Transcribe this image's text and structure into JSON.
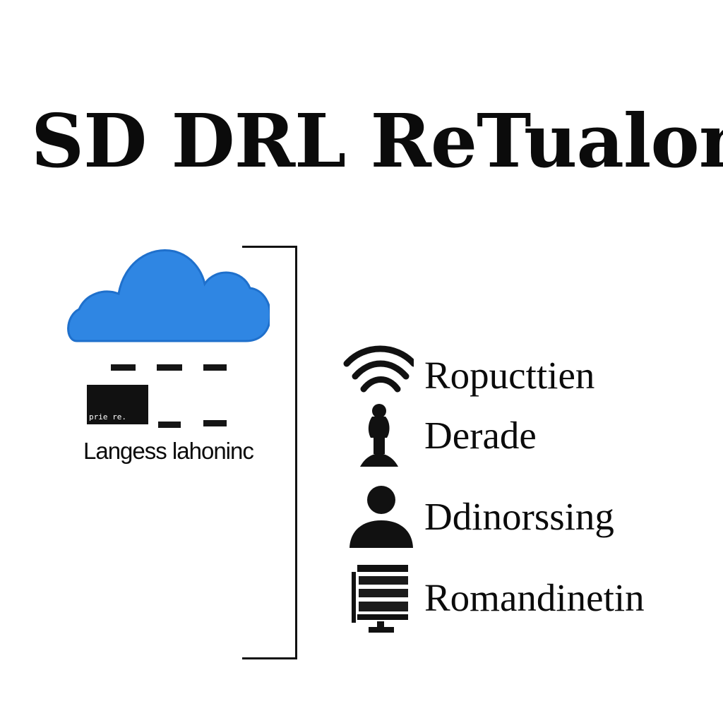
{
  "diagram": {
    "title": "SD DRL ReTualon",
    "left_panel": {
      "device_label": "prie re.",
      "label": "Langess lahoninc"
    },
    "items": [
      {
        "label": "Ropucttien",
        "icon": "wifi-signal-icon"
      },
      {
        "label": "Derade",
        "icon": "user-pawn-icon"
      },
      {
        "label": "Ddinorssing",
        "icon": "person-icon"
      },
      {
        "label": "Romandinetin",
        "icon": "server-monitor-icon"
      }
    ],
    "colors": {
      "cloud": "#2f86e3",
      "ink": "#111111"
    }
  }
}
